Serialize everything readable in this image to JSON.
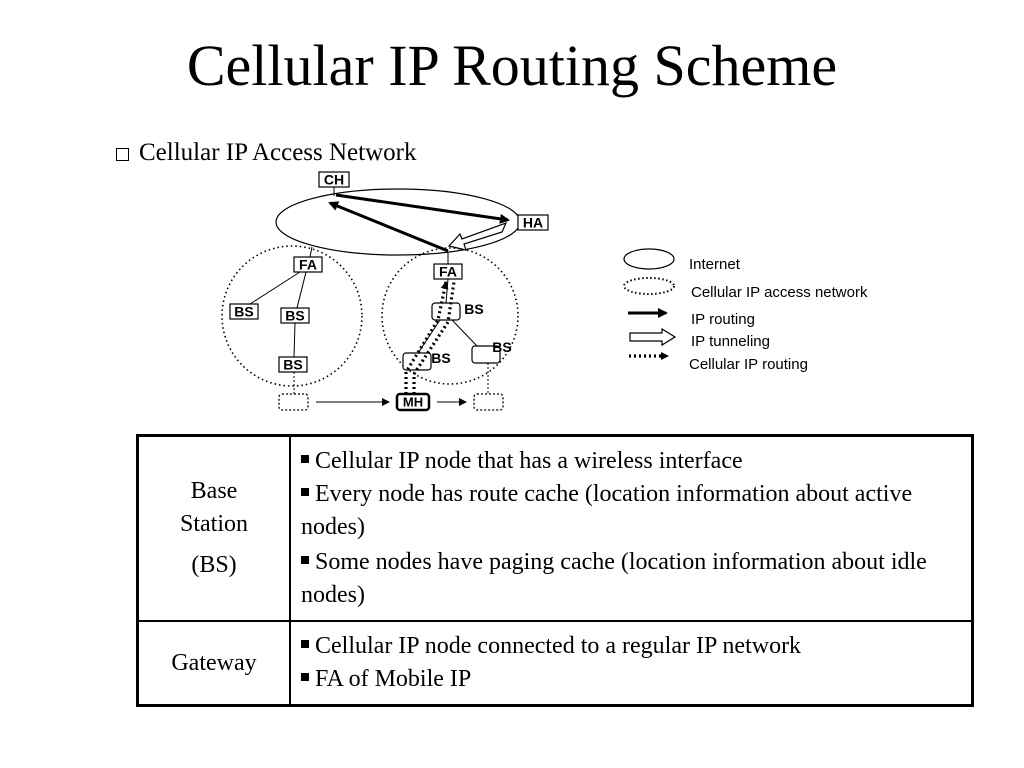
{
  "slide": {
    "title": "Cellular IP Routing Scheme",
    "bullet": "Cellular IP Access Network"
  },
  "diagram": {
    "node_labels": {
      "ch": "CH",
      "ha": "HA",
      "fa_left": "FA",
      "fa_right": "FA",
      "bs_left_1": "BS",
      "bs_left_2": "BS",
      "bs_left_3": "BS",
      "bs_right_1": "BS",
      "bs_right_2": "BS",
      "bs_right_3": "BS",
      "mh": "MH"
    },
    "legend": [
      {
        "icon": "ellipse-solid",
        "label": "Internet"
      },
      {
        "icon": "ellipse-dotted",
        "label": "Cellular IP access network"
      },
      {
        "icon": "arrow-solid",
        "label": "IP routing"
      },
      {
        "icon": "arrow-hollow",
        "label": "IP tunneling"
      },
      {
        "icon": "arrow-dotted",
        "label": "Cellular IP routing"
      }
    ]
  },
  "table": {
    "rows": [
      {
        "header_lines": [
          "Base",
          "Station",
          "(BS)"
        ],
        "items": [
          "Cellular IP node that has a wireless interface",
          "Every node has route cache (location information about active nodes)",
          "Some nodes have paging cache (location information about idle nodes)"
        ]
      },
      {
        "header_lines": [
          "Gateway"
        ],
        "items": [
          "Cellular IP node connected to a regular IP network",
          "FA of Mobile IP"
        ]
      }
    ]
  }
}
